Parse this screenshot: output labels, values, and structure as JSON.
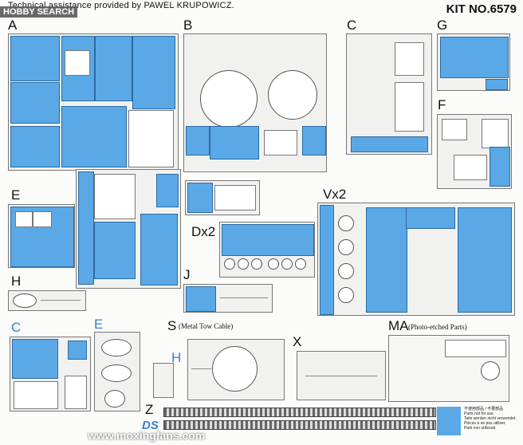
{
  "header": {
    "credit": "Technical assistance provided by PAWEL KRUPOWICZ.",
    "kit_number": "KIT NO.6579",
    "logo": "HOBBY SEARCH"
  },
  "sprues": {
    "A": "A",
    "B": "B",
    "C": "C",
    "G": "G",
    "F": "F",
    "E": "E",
    "H": "H",
    "Dx2": "Dx2",
    "J": "J",
    "Vx2": "Vx2",
    "C2": "C",
    "E2": "E",
    "H2": "H",
    "S": "S",
    "X": "X",
    "MA": "MA",
    "Z": "Z"
  },
  "notes": {
    "S": "(Metal Tow Cable)",
    "MA": "(Photo-etched Parts)"
  },
  "legend": {
    "line1": "不使用部品 / 不要部品",
    "line2": "Parts not for use.",
    "line3": "Teile werden nicht verwendet.",
    "line4": "Pièces à ne pas utiliser.",
    "line5": "Parti non utilizzati."
  },
  "watermark": "www.moxingfans.com",
  "brand_mark": "DS",
  "colors": {
    "unused_parts": "#5aa9e6",
    "accent_label": "#3b7fcf"
  }
}
